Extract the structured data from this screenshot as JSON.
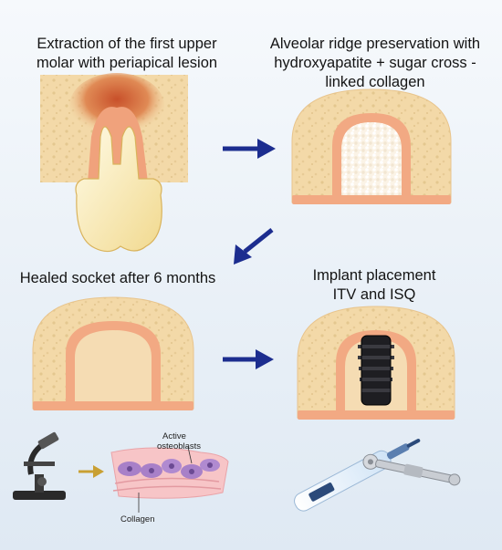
{
  "steps": {
    "extraction": {
      "lines": [
        "Extraction of the first upper",
        "molar with periapical lesion"
      ]
    },
    "preservation": {
      "lines": [
        "Alveolar ridge preservation with",
        "hydroxyapatite + sugar cross -",
        "linked collagen"
      ]
    },
    "healed": {
      "lines": [
        "Healed socket after 6 months"
      ]
    },
    "implant": {
      "lines": [
        "Implant placement",
        "ITV and ISQ"
      ]
    }
  },
  "histology": {
    "active_label_1": "Active",
    "active_label_2": "osteoblasts",
    "collagen_label": "Collagen"
  },
  "colors": {
    "arrow": "#1c2d8f",
    "bone": "#f3d9a8",
    "gingiva": "#f2a983",
    "graft": "#fbf3e6",
    "implant": "#1e1e22",
    "lesion": "#c8502a",
    "histo_arrow": "#c9a033"
  },
  "icons": [
    "microscope-icon",
    "isq-meter-icon",
    "torque-wrench-icon"
  ]
}
